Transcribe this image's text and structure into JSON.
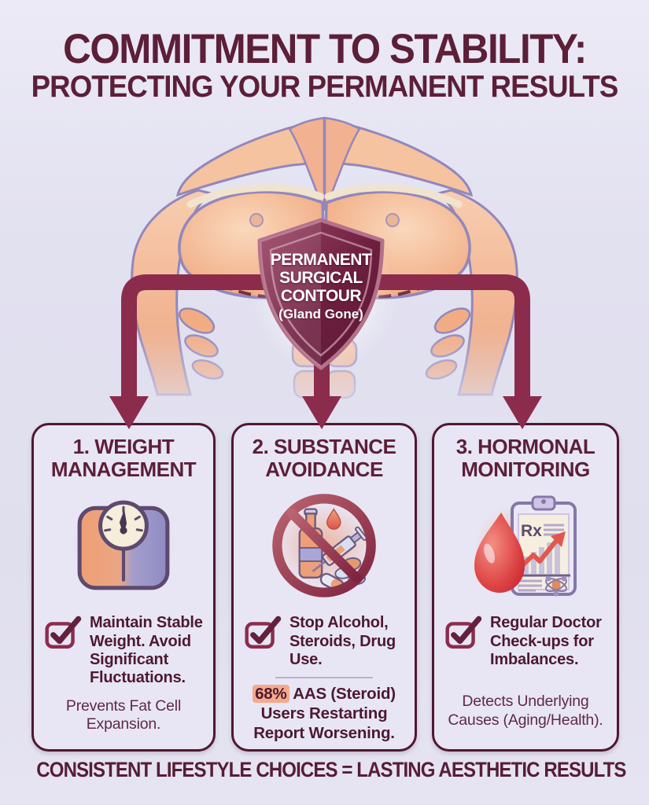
{
  "title": {
    "line1": "COMMITMENT TO STABILITY:",
    "line2": "PROTECTING YOUR PERMANENT RESULTS"
  },
  "shield": {
    "line1": "PERMANENT",
    "line2": "SURGICAL",
    "line3": "CONTOUR",
    "subline": "(Gland Gone)"
  },
  "columns": [
    {
      "header1": "1. WEIGHT",
      "header2": "MANAGEMENT",
      "icon": "weight-scale-icon",
      "check_text": "Maintain Stable Weight. Avoid Significant Fluctuations.",
      "note": "Prevents Fat Cell Expansion."
    },
    {
      "header1": "2. SUBSTANCE",
      "header2": "AVOIDANCE",
      "icon": "no-substances-icon",
      "check_text": "Stop Alcohol, Steroids, Drug Use.",
      "stat_highlight": "68%",
      "stat_text": " AAS (Steroid) Users Restarting Report Worsening."
    },
    {
      "header1": "3. HORMONAL",
      "header2": "MONITORING",
      "icon": "blood-monitoring-icon",
      "rx_label": "Rx",
      "check_text": "Regular Doctor Check-ups for Imbalances.",
      "note": "Detects Underlying Causes (Aging/Health)."
    }
  ],
  "footer": {
    "text": "CONSISTENT LIFESTYLE CHOICES = LASTING AESTHETIC RESULTS"
  },
  "colors": {
    "title_maroon": "#5c1f38",
    "arrow_maroon": "#8c2c4c",
    "card_border": "#4f1830",
    "background": "#e2e1f0",
    "card_bg": "#e8e6f4",
    "shield_fill": "#6d1f3f",
    "stat_highlight_bg": "#f5a98c",
    "skin_tone": "#f4b995",
    "blood_red": "#c1202c"
  }
}
